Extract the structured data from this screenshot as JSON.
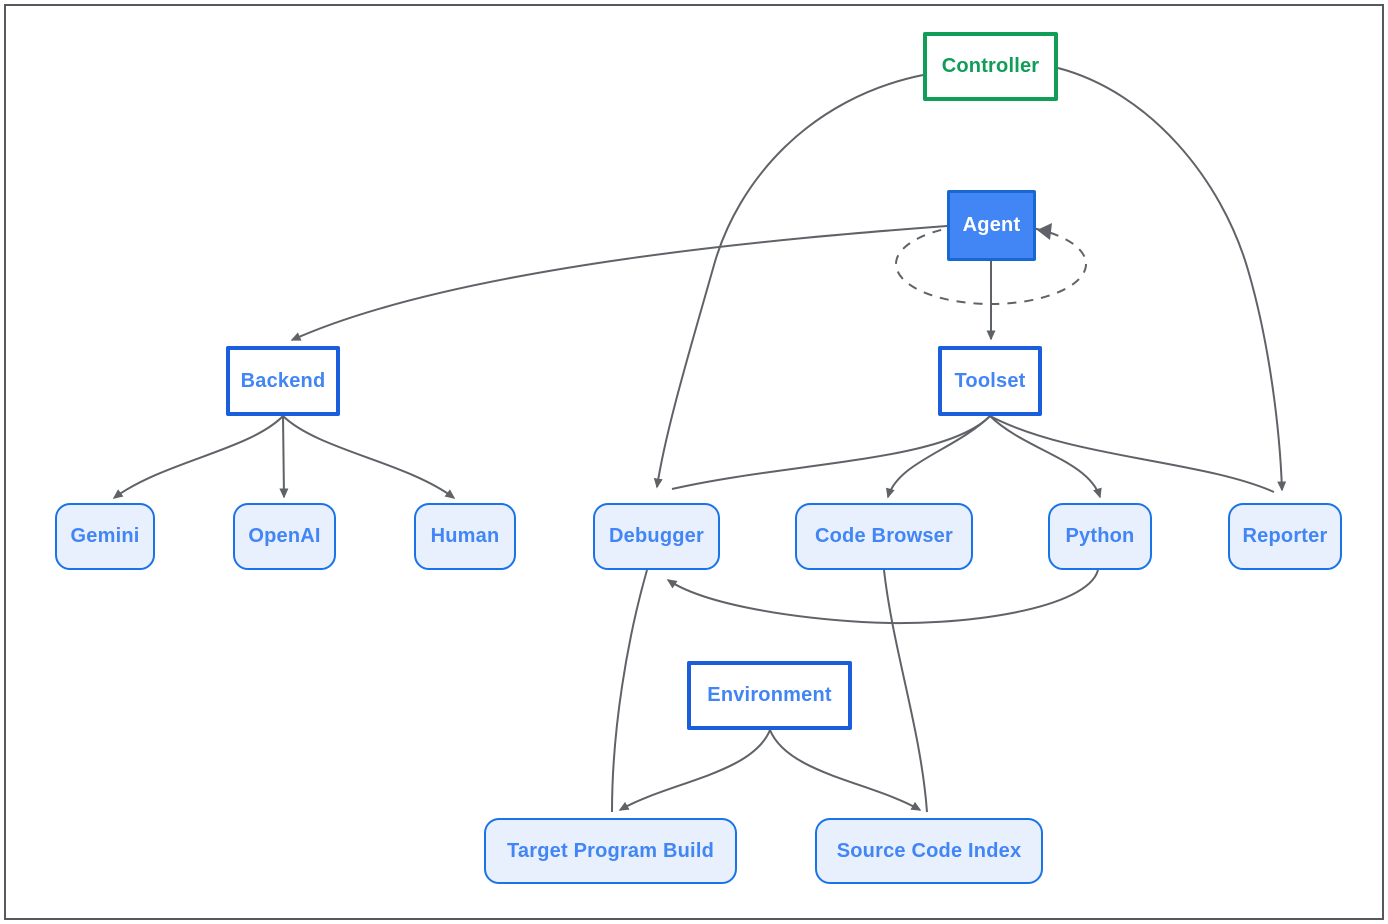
{
  "nodes": {
    "controller": {
      "label": "Controller"
    },
    "agent": {
      "label": "Agent"
    },
    "backend": {
      "label": "Backend"
    },
    "toolset": {
      "label": "Toolset"
    },
    "gemini": {
      "label": "Gemini"
    },
    "openai": {
      "label": "OpenAI"
    },
    "human": {
      "label": "Human"
    },
    "debugger": {
      "label": "Debugger"
    },
    "code_browser": {
      "label": "Code Browser"
    },
    "python": {
      "label": "Python"
    },
    "reporter": {
      "label": "Reporter"
    },
    "environment": {
      "label": "Environment"
    },
    "target_program_build": {
      "label": "Target Program Build"
    },
    "source_code_index": {
      "label": "Source Code Index"
    }
  },
  "edges": [
    {
      "from": "Controller",
      "to": "Debugger",
      "style": "solid-arrow"
    },
    {
      "from": "Controller",
      "to": "Reporter",
      "style": "solid-arrow"
    },
    {
      "from": "Agent",
      "to": "Backend",
      "style": "solid-arrow"
    },
    {
      "from": "Agent",
      "to": "Toolset",
      "style": "solid-arrow"
    },
    {
      "from": "Agent",
      "to": "Agent",
      "style": "dashed-self-loop"
    },
    {
      "from": "Backend",
      "to": "Gemini",
      "style": "solid-arrow"
    },
    {
      "from": "Backend",
      "to": "OpenAI",
      "style": "solid-arrow"
    },
    {
      "from": "Backend",
      "to": "Human",
      "style": "solid-arrow"
    },
    {
      "from": "Toolset",
      "to": "Debugger",
      "style": "solid-arrow"
    },
    {
      "from": "Toolset",
      "to": "Code Browser",
      "style": "solid-arrow"
    },
    {
      "from": "Toolset",
      "to": "Python",
      "style": "solid-arrow"
    },
    {
      "from": "Toolset",
      "to": "Reporter",
      "style": "solid-arrow"
    },
    {
      "from": "Python",
      "to": "Debugger",
      "style": "solid-arrow"
    },
    {
      "from": "Debugger",
      "to": "Target Program Build",
      "style": "solid-arrow"
    },
    {
      "from": "Code Browser",
      "to": "Source Code Index",
      "style": "solid-arrow"
    },
    {
      "from": "Environment",
      "to": "Target Program Build",
      "style": "solid-arrow"
    },
    {
      "from": "Environment",
      "to": "Source Code Index",
      "style": "solid-arrow"
    }
  ],
  "colors": {
    "controller_green": "#0f9d58",
    "box_border_blue": "#1a5edc",
    "leaf_border_blue": "#1a73e8",
    "leaf_fill": "#e8f0fe",
    "node_text_blue": "#4285f4",
    "agent_fill": "#4285f4",
    "agent_text": "#ffffff",
    "edge_gray": "#5f6368",
    "frame_border": "#55585c",
    "background": "#ffffff"
  }
}
